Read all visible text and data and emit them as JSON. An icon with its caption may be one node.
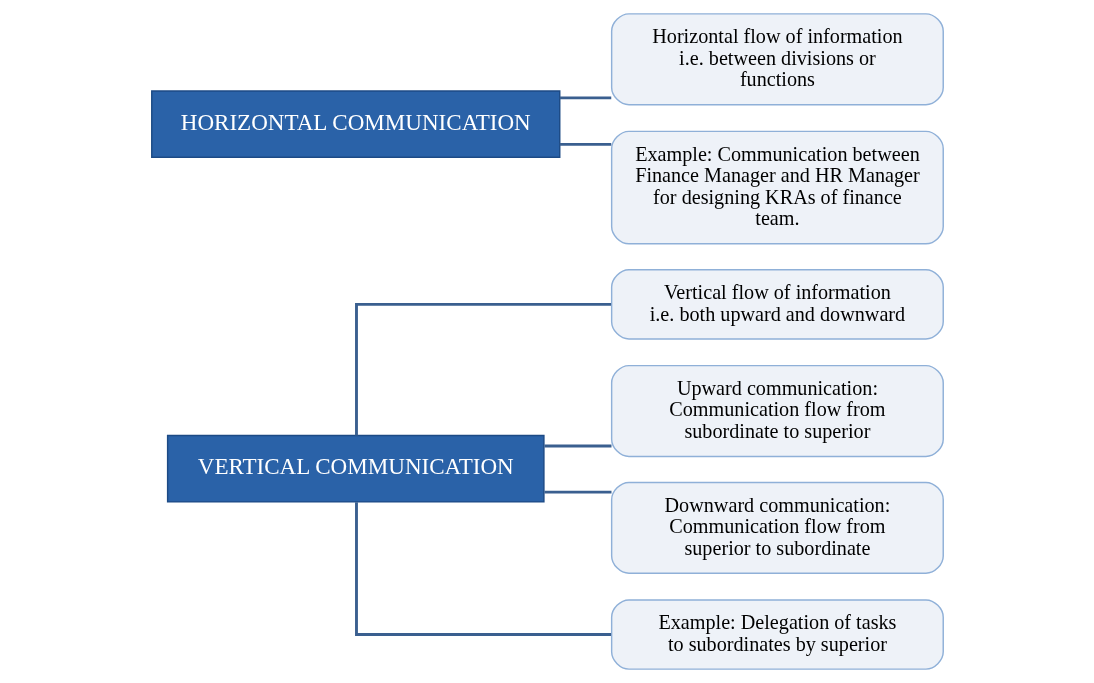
{
  "diagram": {
    "nodes": [
      {
        "text": [
          "VERTICAL COMMUNICATION"
        ]
      },
      {
        "text": [
          "Vertical flow of information i.e. both upward and downward"
        ]
      },
      {
        "text": [
          "Upward communication: Communication flow from subordinate to superior"
        ]
      },
      {
        "text": [
          "Downward communication: Communication flow from superior to subordinate"
        ]
      },
      {
        "text": [
          "Example: Delegation of tasks to subordinates by superior"
        ]
      },
      {
        "text": [
          "HORIZONTAL COMMUNICATION"
        ]
      },
      {
        "text": [
          "Horizontal flow of information i.e. between divisions or functions"
        ]
      },
      {
        "text": [
          "Example: Communication between Finance Manager and HR Manager for designing KRAs of finance team."
        ]
      }
    ],
    "edges": [
      {
        "from": 0,
        "to": 1,
        "arrow": "none"
      },
      {
        "from": 0,
        "to": 2,
        "arrow": "none"
      },
      {
        "from": 0,
        "to": 3,
        "arrow": "none"
      },
      {
        "from": 0,
        "to": 4,
        "arrow": "none"
      },
      {
        "from": 5,
        "to": 6,
        "arrow": "none"
      },
      {
        "from": 5,
        "to": 7,
        "arrow": "none"
      }
    ]
  }
}
